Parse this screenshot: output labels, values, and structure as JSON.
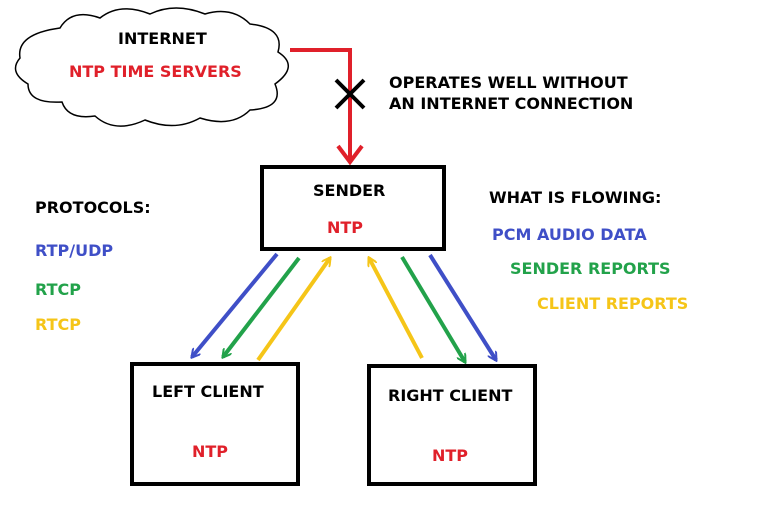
{
  "cloud": {
    "title": "INTERNET",
    "servers": "NTP TIME SERVERS"
  },
  "note": {
    "line1": "OPERATES WELL WITHOUT",
    "line2": "AN INTERNET CONNECTION"
  },
  "sender": {
    "title": "SENDER",
    "ntp": "NTP"
  },
  "left_client": {
    "title": "LEFT CLIENT",
    "ntp": "NTP"
  },
  "right_client": {
    "title": "RIGHT CLIENT",
    "ntp": "NTP"
  },
  "protocols": {
    "heading": "PROTOCOLS:",
    "items": [
      "RTP/UDP",
      "RTCP",
      "RTCP"
    ]
  },
  "flowing": {
    "heading": "WHAT IS FLOWING:",
    "items": [
      "PCM AUDIO DATA",
      "SENDER REPORTS",
      "CLIENT REPORTS"
    ]
  },
  "colors": {
    "red": "#e0202a",
    "blue": "#3f4fc7",
    "green": "#22a24a",
    "yellow": "#f5c518",
    "black": "#000000"
  }
}
